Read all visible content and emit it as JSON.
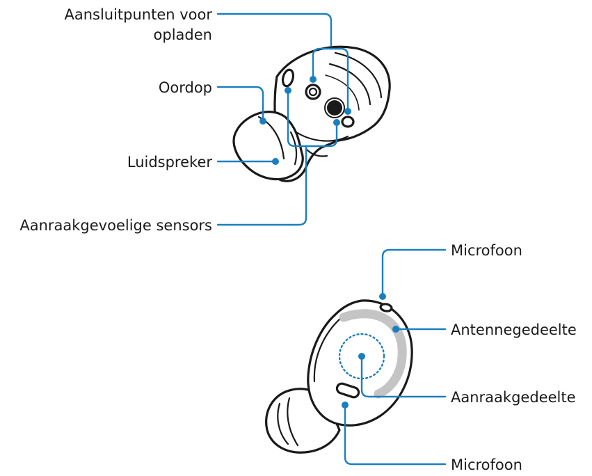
{
  "labels": {
    "charging_contacts_line1": "Aansluitpunten voor",
    "charging_contacts_line2": "opladen",
    "ear_tip": "Oordop",
    "speaker": "Luidspreker",
    "touch_sensors": "Aanraakgevoelige sensors",
    "microphone_top": "Microfoon",
    "antenna": "Antennegedeelte",
    "touchpad": "Aanraakgedeelte",
    "microphone_bottom": "Microfoon"
  },
  "colors": {
    "leader": "#1a7fbf",
    "outline": "#1a1a1a",
    "antenna_band": "#c4c4c4",
    "background": "#ffffff"
  }
}
